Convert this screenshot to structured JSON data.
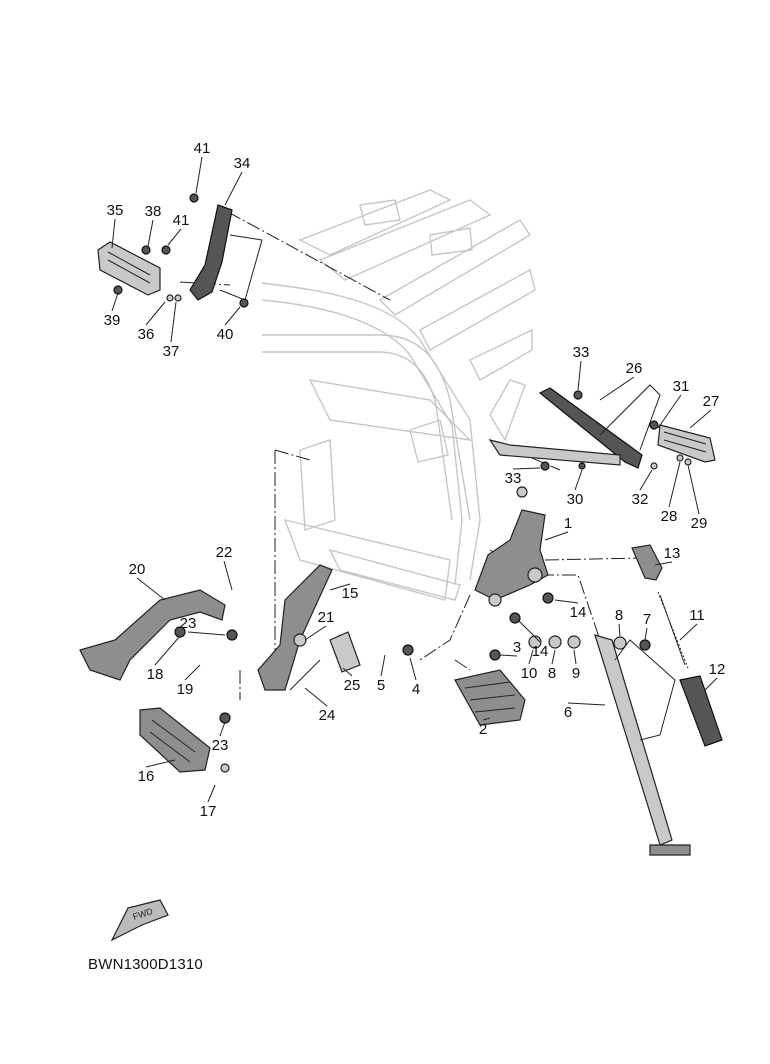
{
  "diagram": {
    "code": "BWN1300D1310",
    "direction_badge": "FWD",
    "callouts": [
      "1",
      "2",
      "3",
      "4",
      "5",
      "6",
      "7",
      "8",
      "8",
      "9",
      "10",
      "11",
      "12",
      "13",
      "14",
      "14",
      "15",
      "16",
      "17",
      "18",
      "19",
      "20",
      "21",
      "22",
      "23",
      "23",
      "24",
      "25",
      "26",
      "27",
      "28",
      "29",
      "30",
      "31",
      "32",
      "33",
      "33",
      "34",
      "35",
      "36",
      "37",
      "38",
      "39",
      "40",
      "41",
      "41"
    ]
  },
  "colors": {
    "line": "#222222",
    "frame": "#c6c6c6",
    "part_fill": "#8e8e8e"
  }
}
